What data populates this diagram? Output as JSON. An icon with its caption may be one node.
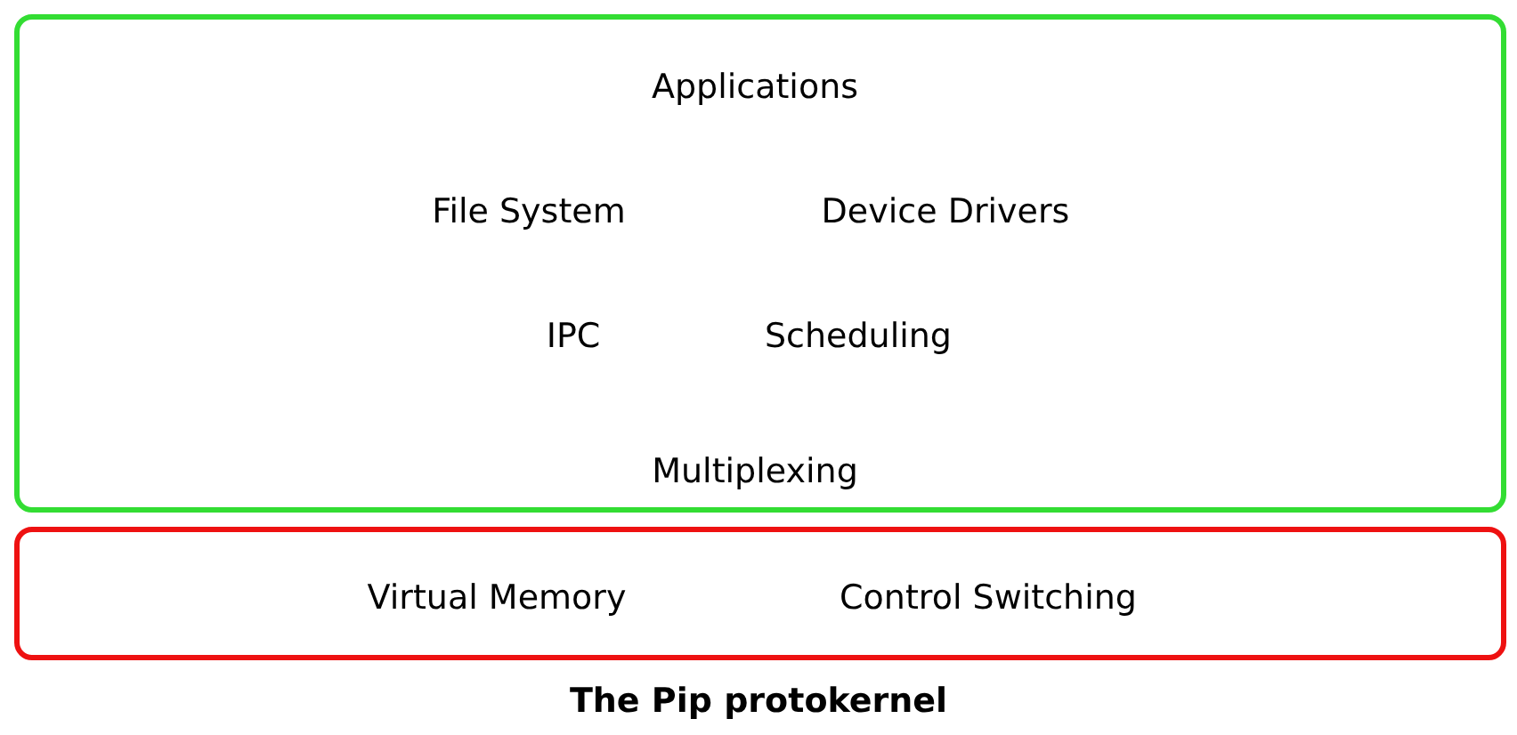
{
  "diagram": {
    "caption": "The Pip protokernel",
    "nodes": [
      {
        "text": [
          "Applications",
          "File System",
          "Device Drivers",
          "IPC",
          "Scheduling",
          "Multiplexing"
        ]
      },
      {
        "text": [
          "Virtual Memory",
          "Control Switching"
        ]
      }
    ]
  }
}
